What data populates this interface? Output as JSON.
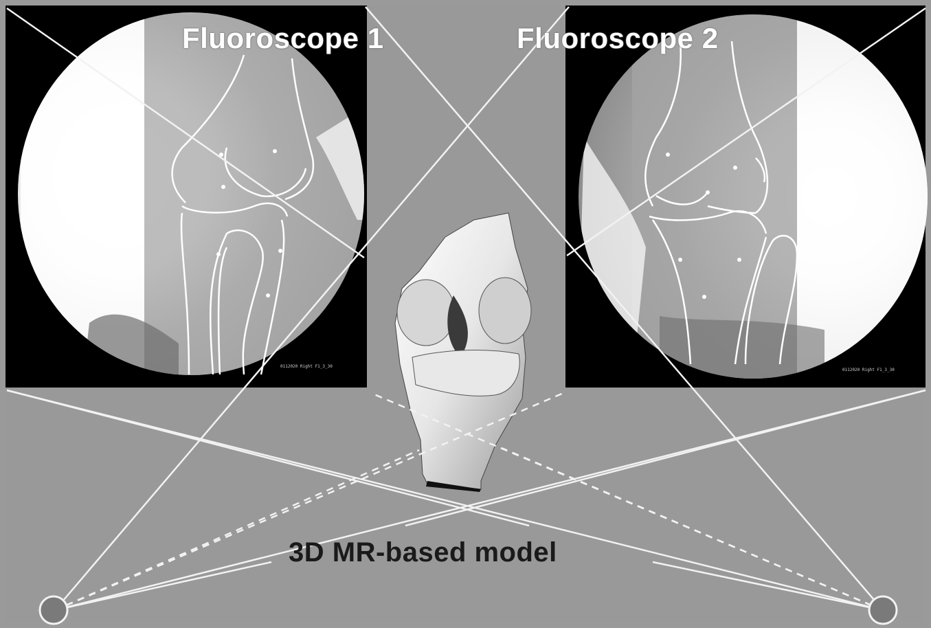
{
  "labels": {
    "fluoroscope_1": "Fluoroscope 1",
    "fluoroscope_2": "Fluoroscope 2",
    "model": "3D MR-based model"
  },
  "image_stamps": {
    "left": "0112020 Right F1_3_30",
    "right": "0112020 Right F1_3_30"
  },
  "colors": {
    "background": "#999999",
    "panel_black": "#000000",
    "projection_lines": "#f2f2f2",
    "label_text_light": "#ffffff",
    "label_text_dark": "#1a1a1a"
  },
  "icons": {
    "source_left": "x-ray-source-circle",
    "source_right": "x-ray-source-circle"
  }
}
